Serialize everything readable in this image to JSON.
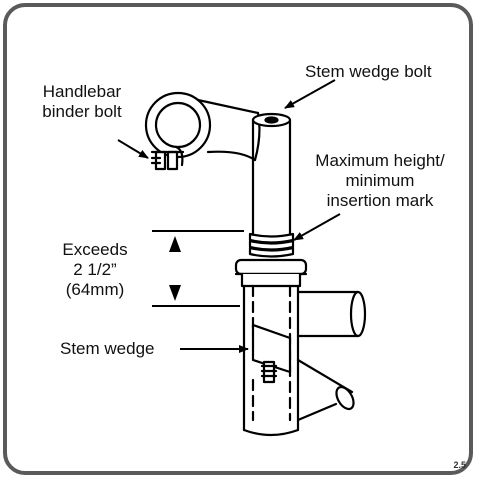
{
  "labels": {
    "handlebar_binder_bolt_1": "Handlebar",
    "handlebar_binder_bolt_2": "binder bolt",
    "stem_wedge_bolt": "Stem wedge bolt",
    "max_height_1": "Maximum height/",
    "max_height_2": "minimum",
    "max_height_3": "insertion mark",
    "exceeds_1": "Exceeds",
    "exceeds_2": "2 1/2”",
    "exceeds_3": "(64mm)",
    "stem_wedge": "Stem wedge"
  },
  "figure_number": "2.5"
}
